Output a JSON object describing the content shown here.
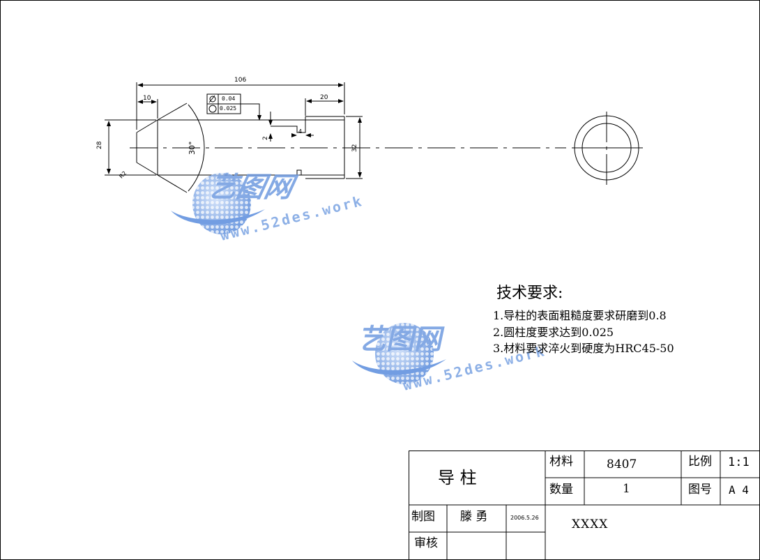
{
  "drawing": {
    "dimensions": {
      "overall_length": "106",
      "chamfer_length": "10",
      "groove_offset": "20",
      "diameter_left": "28",
      "diameter_right": "32",
      "groove_depth": "2",
      "groove_width": "4",
      "angle": "30°",
      "radius": "R2"
    },
    "tolerance_frame": {
      "row1_value": "0.04",
      "row2_value": "0.025"
    }
  },
  "tech_requirements": {
    "title": "技术要求:",
    "items": [
      "1.导柱的表面粗糙度要求研磨到0.8",
      "2.圆柱度要求达到0.025",
      "3.材料要求淬火到硬度为HRC45-50"
    ]
  },
  "title_block": {
    "part_name": "导 柱",
    "material_label": "材料",
    "material_value": "8407",
    "scale_label": "比例",
    "scale_value": "1:1",
    "quantity_label": "数量",
    "quantity_value": "1",
    "drawing_no_label": "图号",
    "drawing_no_value": "A 4",
    "drawn_by_label": "制图",
    "drawn_by_value": "滕 勇",
    "date": "2006.5.26",
    "reviewed_label": "审核",
    "company": "XXXX"
  },
  "watermark": {
    "brand": "艺图网",
    "url": "www.52des.work"
  },
  "colors": {
    "line": "#000000",
    "watermark": "#6f9be0"
  }
}
